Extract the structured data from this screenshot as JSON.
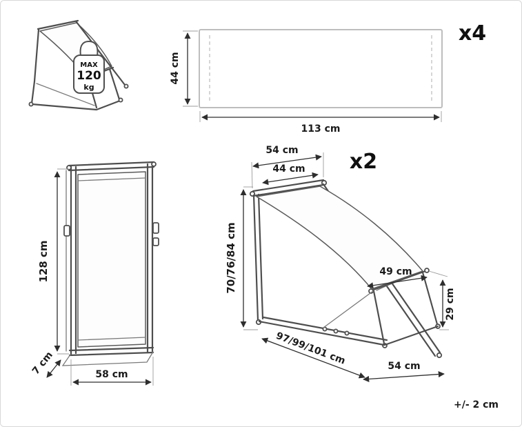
{
  "diagram": {
    "tolerance": "+/- 2 cm",
    "weight_tag": {
      "max": "MAX",
      "value": "120",
      "unit": "kg"
    },
    "fabric": {
      "qty": "x4",
      "height": "44 cm",
      "width": "113 cm"
    },
    "front_view": {
      "height": "128 cm",
      "width": "58 cm",
      "depth": "7 cm"
    },
    "side_view": {
      "qty": "x2",
      "top_width": "54 cm",
      "fabric_width": "44 cm",
      "height": "70/76/84 cm",
      "seat_length": "49 cm",
      "seat_height": "29 cm",
      "total_length": "97/99/101 cm",
      "base_length": "54 cm"
    }
  }
}
